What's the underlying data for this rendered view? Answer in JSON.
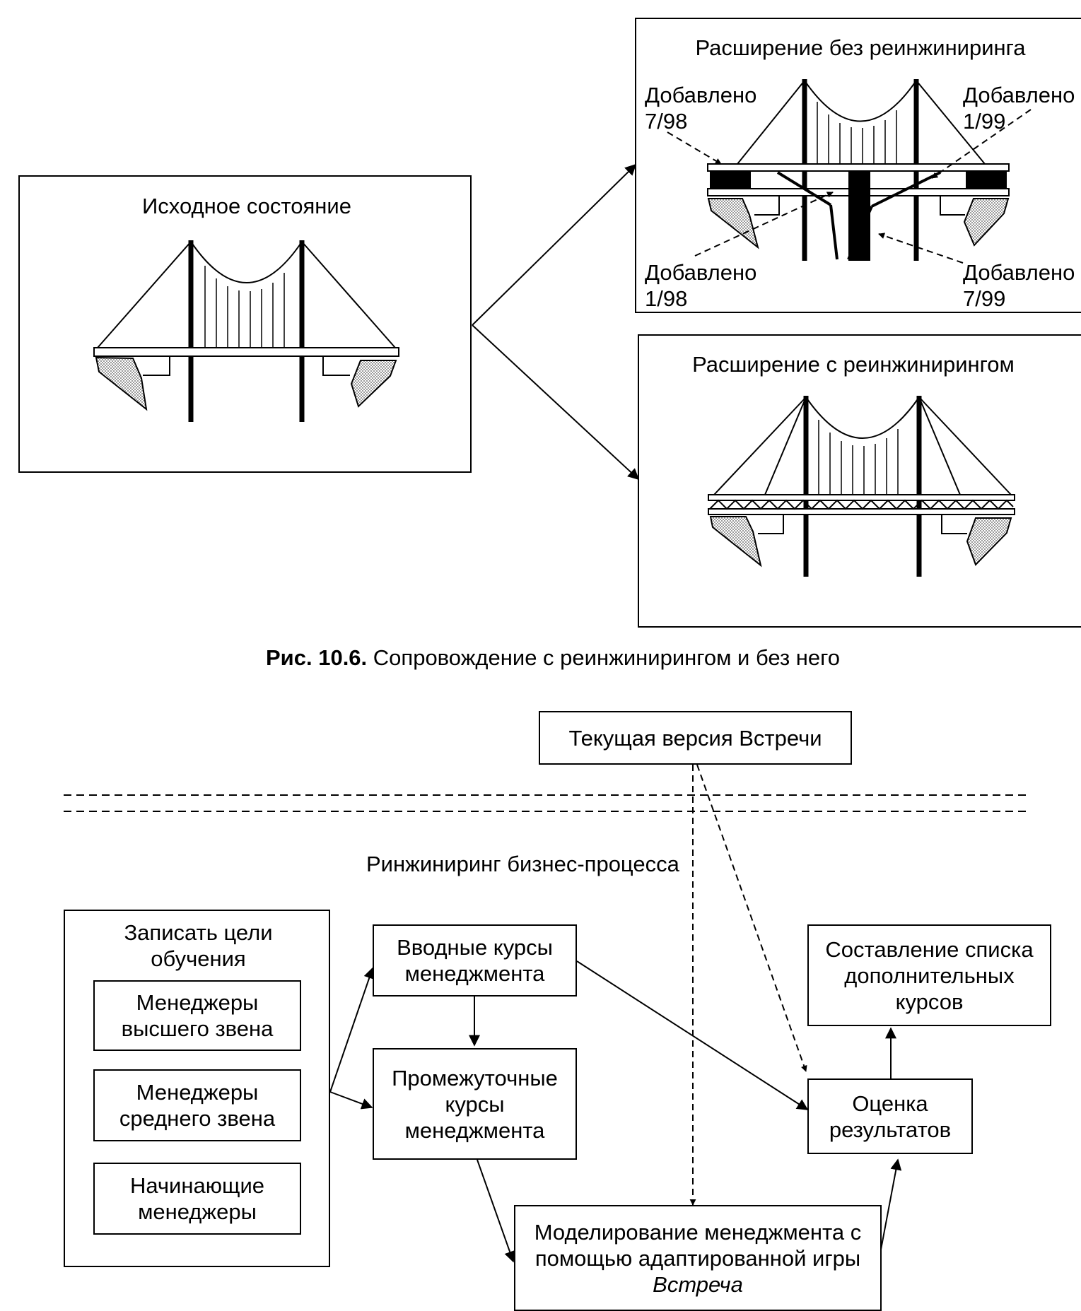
{
  "figure_top": {
    "original_title": "Исходное состояние",
    "no_reeng_title": "Расширение без реинжиниринга",
    "with_reeng_title": "Расширение с реинжинирингом",
    "annotations": [
      {
        "line1": "Добавлено",
        "line2": "7/98"
      },
      {
        "line1": "Добавлено",
        "line2": "1/99"
      },
      {
        "line1": "Добавлено",
        "line2": "1/98"
      },
      {
        "line1": "Добавлено",
        "line2": "7/99"
      }
    ],
    "caption_label": "Рис. 10.6.",
    "caption_text": "Сопровождение с реинжинирингом и без него"
  },
  "figure_bottom": {
    "current_version": "Текущая версия Встречи",
    "process_label": "Ринжиниринг бизнес-процесса",
    "goals": {
      "title": "Записать цели обучения",
      "items": [
        "Менеджеры высшего звена",
        "Менеджеры среднего звена",
        "Начинающие менеджеры"
      ]
    },
    "intro_courses": "Вводные курсы менеджмента",
    "intermediate_courses": "Промежуточные курсы менеджмента",
    "simulation_text": "Моделирование менеджмента с помощью адаптированной игры",
    "simulation_game": "Встреча",
    "evaluation": "Оценка результатов",
    "additional_courses": "Составление списка дополнительных курсов"
  }
}
